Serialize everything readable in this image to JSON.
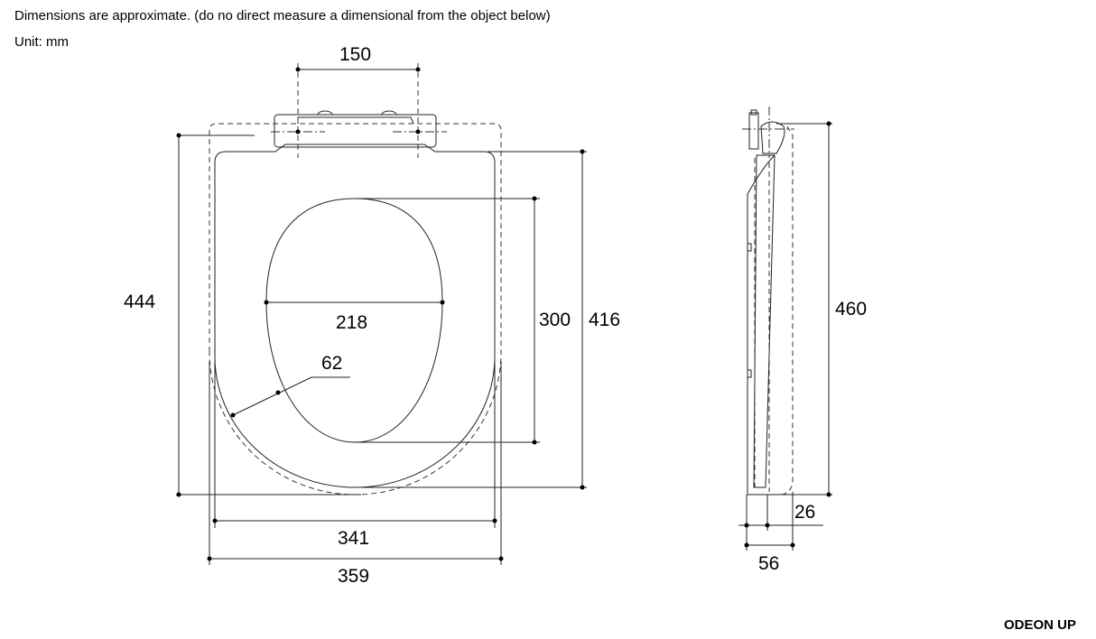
{
  "header": {
    "disclaimer": "Dimensions are approximate. (do no direct measure a dimensional from the object below)",
    "unit": "Unit: mm"
  },
  "dimensions": {
    "hinge_spacing": "150",
    "overall_length": "444",
    "hole_width": "218",
    "corner_radius": "62",
    "hole_length": "300",
    "seat_length": "416",
    "seat_width": "341",
    "overall_width": "359",
    "side_height": "460",
    "side_thickness": "26",
    "side_depth": "56"
  },
  "product": {
    "name": "ODEON UP"
  }
}
